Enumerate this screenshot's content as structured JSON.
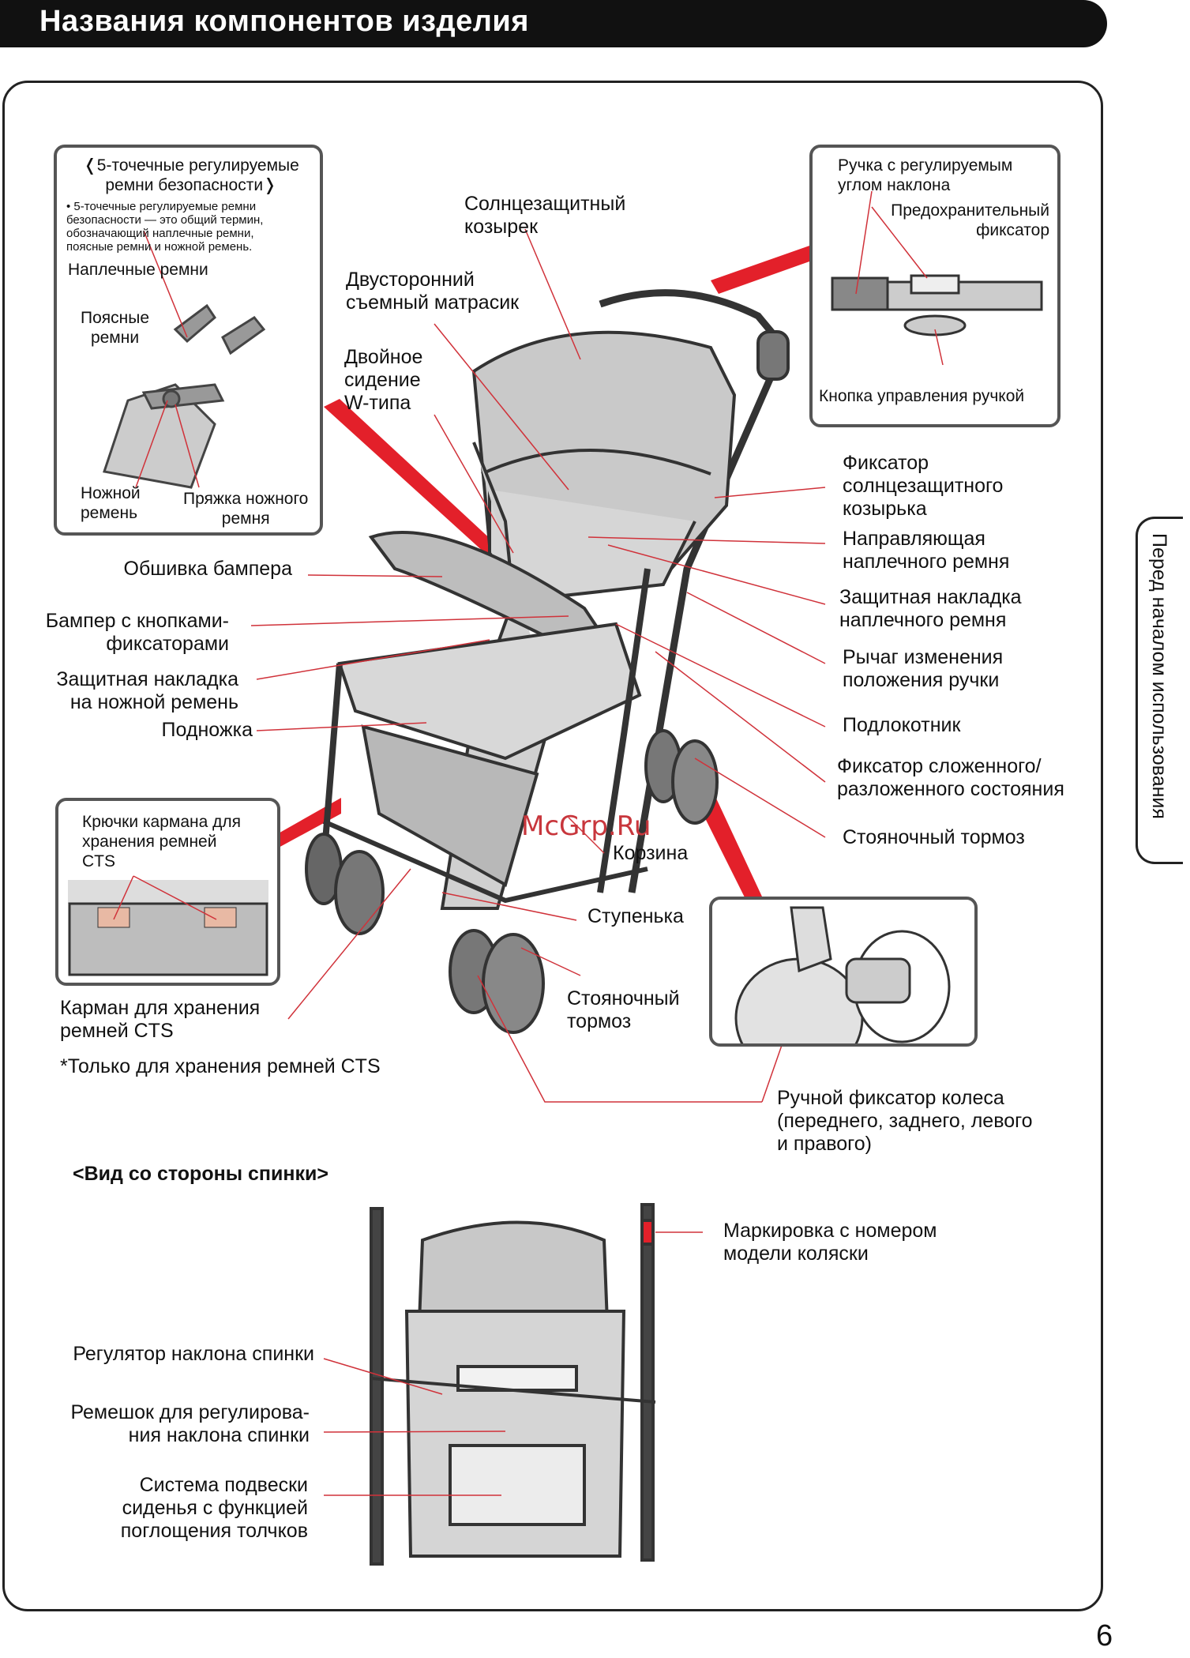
{
  "header": {
    "title": "Названия компонентов изделия"
  },
  "side_tab": "Перед началом использования",
  "page_number": "6",
  "watermark": "McGrp.Ru",
  "harness_box": {
    "title": "❬5-точечные регулируемые\nремни безопасности❭",
    "note": "• 5-точечные регулируемые ремни\nбезопасности — это общий термин,\nобозначающий наплечные ремни,\nпоясные ремни и ножной ремень.",
    "labels": {
      "shoulder": "Наплечные ремни",
      "waist": "Поясные\nремни",
      "crotch": "Ножной\nремень",
      "buckle": "Пряжка ножного\nремня"
    }
  },
  "handle_box": {
    "labels": {
      "handle": "Ручка с регулируемым\nуглом наклона",
      "safety": "Предохранительный\nфиксатор",
      "button": "Кнопка управления ручкой"
    }
  },
  "pocket_box": {
    "label": "Крючки кармана для\nхранения ремней\nCTS"
  },
  "labels": {
    "canopy": "Солнцезащитный\nкозырек",
    "mattress": "Двусторонний\nсъемный матрасик",
    "seat": "Двойное\nсидение\nW-типа",
    "bumper_cover": "Обшивка бампера",
    "bumper": "Бампер с кнопками-\nфиксаторами",
    "crotch_pad": "Защитная накладка\nна ножной ремень",
    "footrest": "Подножка",
    "pocket": "Карман для хранения\nремней CTS",
    "pocket_note": "*Только для хранения ремней CTS",
    "canopy_lock": "Фиксатор\nсолнцезащитного\nкозырька",
    "shoulder_guide": "Направляющая\nнаплечного ремня",
    "shoulder_pad": "Защитная накладка\nнаплечного ремня",
    "handle_lever": "Рычаг изменения\nположения ручки",
    "armrest": "Подлокотник",
    "fold_lock": "Фиксатор сложенного/\nразложенного состояния",
    "parking_brake_r": "Стояночный тормоз",
    "basket": "Корзина",
    "step": "Ступенька",
    "parking_brake_l": "Стояночный\nтормоз",
    "wheel_lock": "Ручной фиксатор колеса\n(переднего, заднего, левого\nи правого)"
  },
  "back_view": {
    "title": "<Вид со стороны спинки>",
    "model_label": "Маркировка с номером\nмодели коляски",
    "recline": "Регулятор наклона спинки",
    "strap": "Ремешок для регулирова-\nния наклона спинки",
    "suspension": "Система подвески\nсиденья с функцией\nпоглощения толчков"
  },
  "colors": {
    "accent": "#e3202a",
    "line": "#d0323a",
    "frame": "#222222",
    "fabric": "#c8c8c8"
  }
}
